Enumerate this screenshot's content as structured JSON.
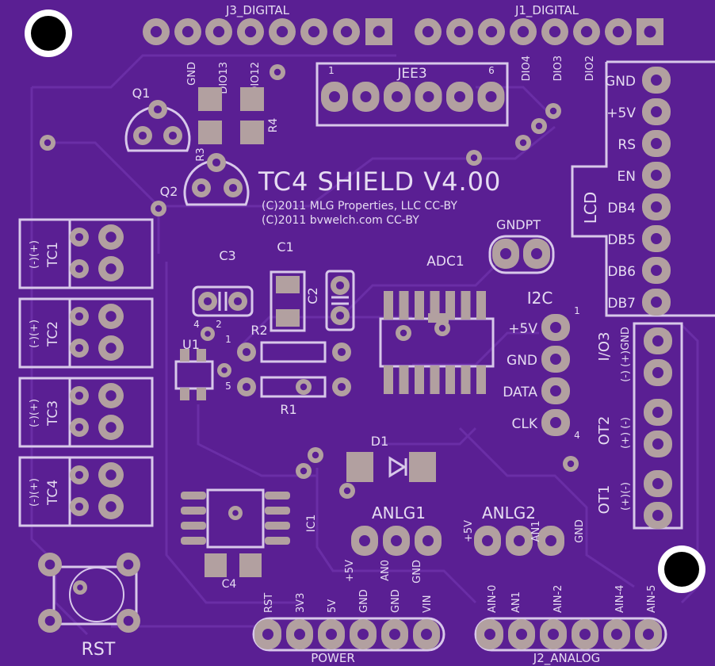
{
  "board": {
    "title": "TC4 SHIELD V4.00",
    "copyright": [
      "(C)2011 MLG Properties, LLC CC-BY",
      "(C)2011 bvwelch.com CC-BY"
    ],
    "colors": {
      "board": "#5a1f93",
      "silk": "#d8c8ea",
      "pad": "#b2a0a0",
      "trace": "#6a2ea6"
    }
  },
  "headers": {
    "j3": {
      "name": "J3_DIGITAL",
      "pins": [
        "GND",
        "DIO13",
        "DIO12"
      ]
    },
    "j1": {
      "name": "J1_DIGITAL",
      "pins": [
        "DIO4",
        "DIO3",
        "DIO2"
      ]
    },
    "jee3": {
      "name": "JEE3",
      "first": "1",
      "last": "6"
    },
    "lcd": {
      "name": "LCD",
      "pins": [
        "GND",
        "+5V",
        "RS",
        "EN",
        "DB4",
        "DB5",
        "DB6",
        "DB7"
      ]
    },
    "i2c": {
      "name": "I2C",
      "pins": [
        "+5V",
        "GND",
        "DATA",
        "CLK"
      ],
      "first": "1",
      "last": "4"
    },
    "io3": {
      "name": "I/O3",
      "pins": "(-) (+)GND"
    },
    "ot2": {
      "name": "OT2",
      "pins": "(+) (-)"
    },
    "ot1": {
      "name": "OT1",
      "pins": "(+)(-)"
    },
    "gndpt": {
      "name": "GNDPT"
    },
    "anlg1": {
      "name": "ANLG1",
      "pins": [
        "+5V",
        "AN0",
        "GND"
      ]
    },
    "anlg2": {
      "name": "ANLG2",
      "pins": [
        "+5V",
        "AN1",
        "GND"
      ]
    },
    "power": {
      "name": "POWER",
      "pins": [
        "RST",
        "3V3",
        "5V",
        "GND",
        "GND",
        "VIN"
      ]
    },
    "j2": {
      "name": "J2_ANALOG",
      "pins": [
        "AIN-0",
        "AN1",
        "AIN-2",
        "AIN-4",
        "AIN-5"
      ]
    }
  },
  "components": {
    "q1": "Q1",
    "q2": "Q2",
    "r3": "R3",
    "r4": "R4",
    "c1": "C1",
    "c2": "C2",
    "c3": "C3",
    "c4": "C4",
    "r1": "R1",
    "r2": "R2",
    "u1": "U1",
    "ic1": "IC1",
    "adc1": "ADC1",
    "d1": "D1",
    "rst": "RST",
    "u1_pins": [
      "4",
      "2",
      "1",
      "5"
    ]
  },
  "thermocouples": [
    {
      "name": "TC1",
      "polarity": "(-)(+)"
    },
    {
      "name": "TC2",
      "polarity": "(-)(+)"
    },
    {
      "name": "TC3",
      "polarity": "(-)(+)"
    },
    {
      "name": "TC4",
      "polarity": "(-)(+)"
    }
  ]
}
